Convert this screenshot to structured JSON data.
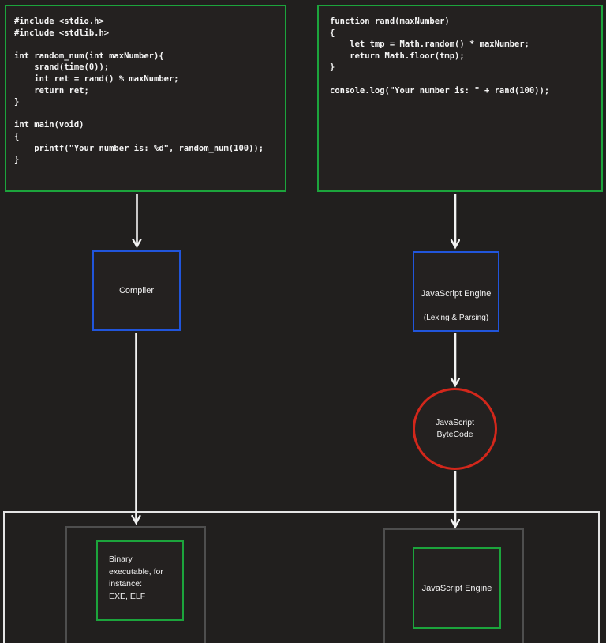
{
  "diagram": {
    "title": "C compilation vs JavaScript execution flow",
    "colors": {
      "background": "#211f1e",
      "green_border": "#1ca43c",
      "blue_border": "#2155db",
      "red_border": "#d3271b",
      "gray_border": "#4e4e4e",
      "outer_container_border": "#e4e4e4",
      "arrow": "#f2f2f2",
      "text": "#f2f2f2"
    }
  },
  "c_code": {
    "language": "C",
    "lines": [
      "#include <stdio.h>",
      "#include <stdlib.h>",
      "",
      "int random_num(int maxNumber){",
      "    srand(time(0));",
      "    int ret = rand() % maxNumber;",
      "    return ret;",
      "}",
      "",
      "int main(void)",
      "{",
      "    printf(\"Your number is: %d\", random_num(100));",
      "}"
    ]
  },
  "js_code": {
    "language": "JavaScript",
    "lines": [
      "function rand(maxNumber)",
      "{",
      "    let tmp = Math.random() * maxNumber;",
      "    return Math.floor(tmp);",
      "}",
      "",
      "console.log(\"Your number is: \" + rand(100));"
    ]
  },
  "compiler_box": {
    "label": "Compiler"
  },
  "js_engine_box": {
    "label": "JavaScript Engine",
    "sublabel": "(Lexing & Parsing)"
  },
  "bytecode_circle": {
    "line1": "JavaScript",
    "line2": "ByteCode"
  },
  "binary_box": {
    "lines": [
      "Binary",
      "executable, for",
      "instance:",
      "EXE, ELF"
    ]
  },
  "runtime_js_engine_box": {
    "label": "JavaScript Engine"
  }
}
